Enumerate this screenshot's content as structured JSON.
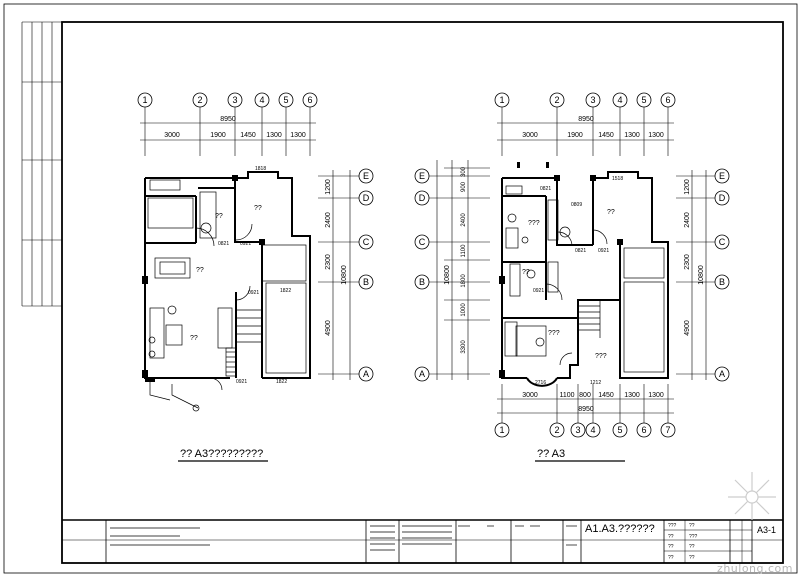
{
  "plans": [
    {
      "title": "?? A3?????????",
      "axis_numbers_top": [
        "1",
        "2",
        "3",
        "4",
        "5",
        "6"
      ],
      "overall_top": "8950",
      "dims_top": [
        "3000",
        "1900",
        "1450",
        "1300",
        "1300"
      ],
      "axis_letters_right": [
        "E",
        "D",
        "C",
        "B",
        "A"
      ],
      "overall_side": "10800",
      "dims_side": [
        "1200",
        "2400",
        "2300",
        "4900"
      ],
      "room_labels": [
        "??",
        "??",
        "??",
        "??"
      ],
      "door_labels": [
        "0821",
        "0921",
        "0921",
        "1822",
        "1822",
        "1818"
      ],
      "misc_labels": [
        "0921"
      ]
    },
    {
      "title": "?? A3",
      "axis_numbers_top": [
        "1",
        "2",
        "3",
        "4",
        "5",
        "6"
      ],
      "overall_top": "8950",
      "dims_top": [
        "3000",
        "1900",
        "1450",
        "1300",
        "1300"
      ],
      "axis_numbers_bottom": [
        "1",
        "2",
        "3",
        "4",
        "5",
        "6",
        "7"
      ],
      "overall_bottom": "8950",
      "dims_bottom": [
        "3000",
        "1100",
        "800",
        "1450",
        "1300",
        "1300"
      ],
      "axis_letters_left": [
        "E",
        "D",
        "C",
        "B",
        "A"
      ],
      "axis_letters_right": [
        "E",
        "D",
        "C",
        "B",
        "A"
      ],
      "overall_side": "10800",
      "dims_side_left": [
        "300",
        "900",
        "2400",
        "1100",
        "1800",
        "1000",
        "3300"
      ],
      "dims_side_right": [
        "1200",
        "2400",
        "2300",
        "4900"
      ],
      "room_labels": [
        "??",
        "???",
        "??",
        "???",
        "???"
      ],
      "door_labels": [
        "0821",
        "0809",
        "0821",
        "0921",
        "0921",
        "1518",
        "2716",
        "1212"
      ]
    }
  ],
  "title_block": {
    "drawing_name": "A1.A3.??????",
    "sheet_no": "A3-1",
    "small_cells": [
      "???",
      "??",
      "??",
      "???",
      "??",
      "??",
      "??",
      "??"
    ]
  },
  "watermark": "zhulong.com",
  "colors": {
    "line": "#000000",
    "paper": "#ffffff"
  }
}
